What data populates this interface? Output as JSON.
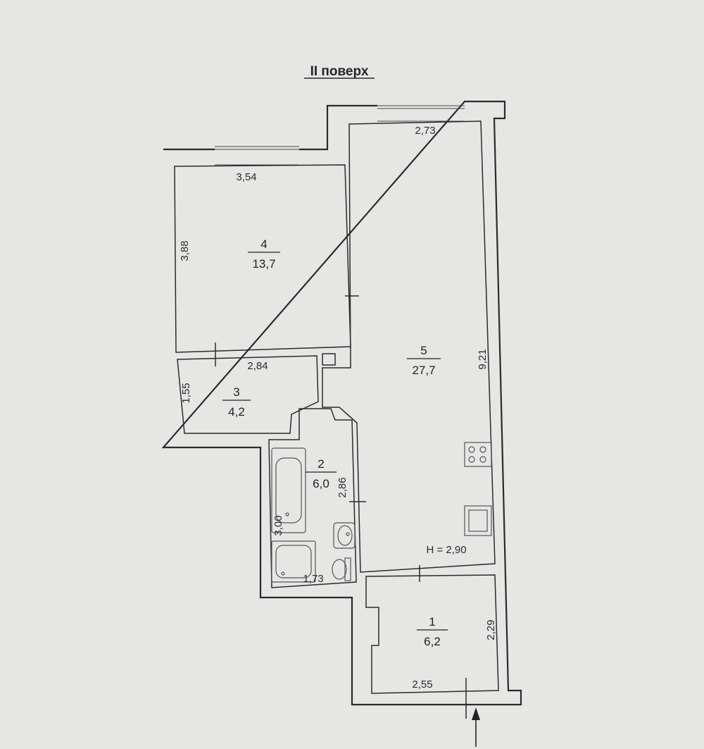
{
  "title": "II поверх",
  "ceiling_height": "H = 2,90",
  "rooms": [
    {
      "number": "1",
      "area": "6,2"
    },
    {
      "number": "2",
      "area": "6,0"
    },
    {
      "number": "3",
      "area": "4,2"
    },
    {
      "number": "4",
      "area": "13,7"
    },
    {
      "number": "5",
      "area": "27,7"
    }
  ],
  "dimensions": {
    "room5_width": "2,73",
    "room5_length": "9,21",
    "room4_width": "3,54",
    "room4_height": "3,88",
    "room3_width": "2,84",
    "room3_height": "1,55",
    "room2_width": "1,73",
    "room2_height": "3,00",
    "room2_side": "2,86",
    "room1_width": "2,55",
    "room1_height": "2,29"
  }
}
